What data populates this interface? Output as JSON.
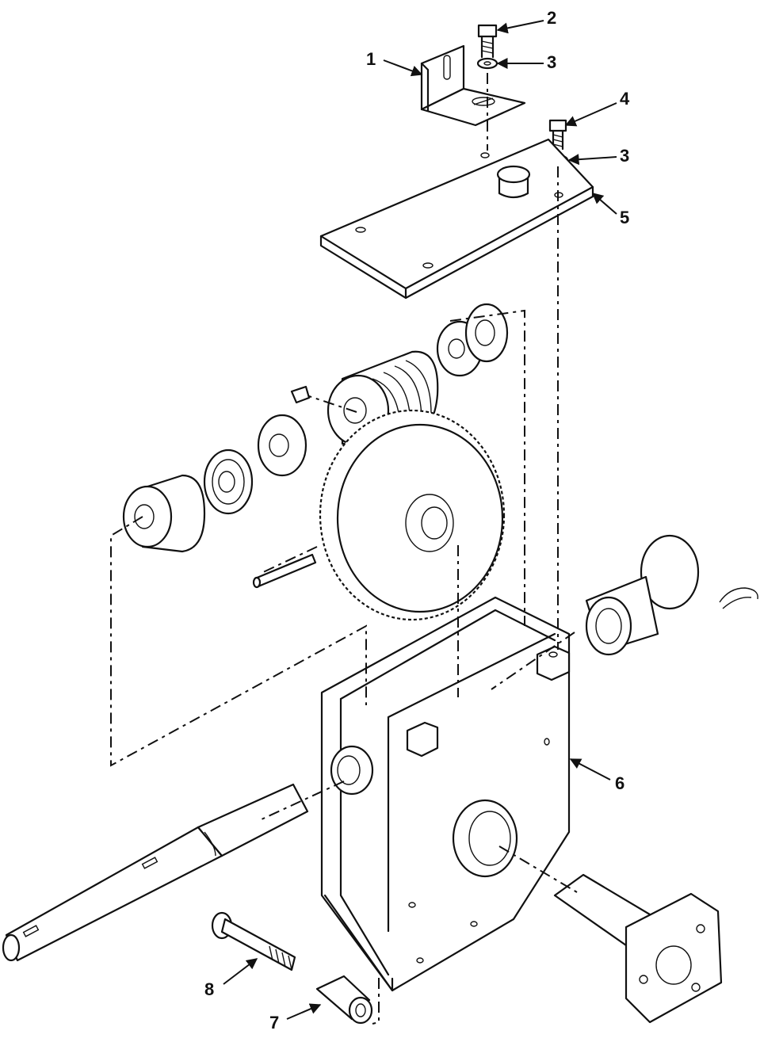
{
  "callouts": [
    {
      "id": "c1",
      "label": "1"
    },
    {
      "id": "c2",
      "label": "2"
    },
    {
      "id": "c3a",
      "label": "3"
    },
    {
      "id": "c4",
      "label": "4"
    },
    {
      "id": "c3b",
      "label": "3"
    },
    {
      "id": "c5",
      "label": "5"
    },
    {
      "id": "c6",
      "label": "6"
    },
    {
      "id": "c8",
      "label": "8"
    },
    {
      "id": "c7",
      "label": "7"
    }
  ],
  "colors": {
    "ink": "#111111",
    "paper": "#ffffff"
  }
}
